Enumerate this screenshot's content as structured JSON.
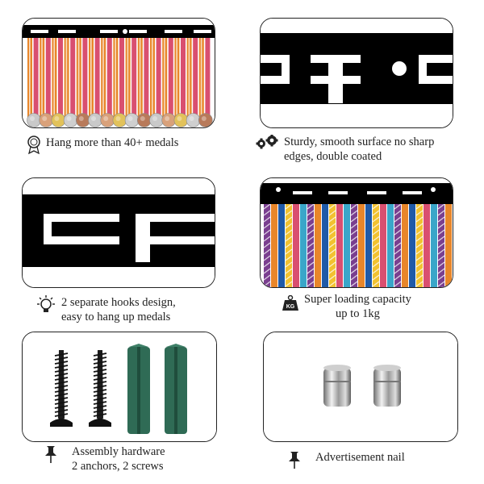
{
  "features": [
    {
      "icon": "medal-icon",
      "text": "Hang more than 40+ medals"
    },
    {
      "icon": "gears-icon",
      "text": "Sturdy, smooth surface no sharp\nedges, double coated"
    },
    {
      "icon": "lightbulb-icon",
      "text": "2 separate hooks design,\neasy to hang up medals"
    },
    {
      "icon": "weight-icon",
      "text": "Super loading capacity\nup to 1kg",
      "weight_label": "KG"
    },
    {
      "icon": "pin-icon",
      "text": "Assembly hardware\n2 anchors, 2 screws"
    },
    {
      "icon": "pin-icon",
      "text": "Advertisement nail"
    }
  ],
  "colors": {
    "rack": "#000000",
    "anchor": "#2f6b55",
    "ribbon_palette": [
      "#e8862a",
      "#7a3f8f",
      "#3aa6c9",
      "#d94f70",
      "#f2c230",
      "#1f5aa8"
    ]
  }
}
